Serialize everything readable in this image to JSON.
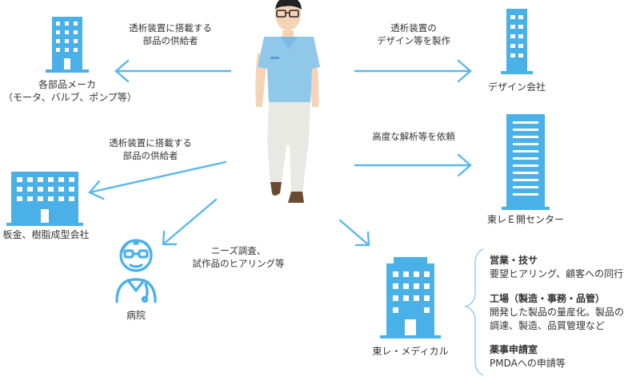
{
  "colors": {
    "accent": "#4ab0e8",
    "arrow": "#5ab8ec",
    "text": "#333333"
  },
  "nodes": {
    "parts_maker": {
      "label": "各部品メーカ",
      "sublabel": "（モータ、バルブ、ポンプ等）",
      "icon": "building-icon"
    },
    "design_company": {
      "label": "デザイン会社",
      "icon": "building-icon"
    },
    "sheet_metal": {
      "label": "板金、樹脂成型会社",
      "icon": "building-icon"
    },
    "toray_center": {
      "label": "東レＥ開センター",
      "icon": "tower-building-icon"
    },
    "hospital": {
      "label": "病院",
      "icon": "doctor-icon"
    },
    "toray_medical": {
      "label": "東レ・メディカル",
      "icon": "building-icon"
    }
  },
  "edges": {
    "parts_maker": {
      "line1": "透析装置に搭載する",
      "line2": "部品の供給者"
    },
    "design_company": {
      "line1": "透析装置の",
      "line2": "デザイン等を製作"
    },
    "sheet_metal": {
      "line1": "透析装置に搭載する",
      "line2": "部品の供給者"
    },
    "toray_center": {
      "line1": "高度な解析等を依頼"
    },
    "hospital": {
      "line1": "ニーズ調査、",
      "line2": "試作品のヒアリング等"
    }
  },
  "roles": [
    {
      "heading": "営業・技サ",
      "lines": [
        "要望ヒアリング、顧客への同行"
      ]
    },
    {
      "heading": "工場（製造・事務・品管）",
      "lines": [
        "開発した製品の量産化。製品の",
        "調達、製造、品質管理など"
      ]
    },
    {
      "heading": "薬事申請室",
      "lines": [
        "PMDAへの申請等"
      ]
    }
  ]
}
